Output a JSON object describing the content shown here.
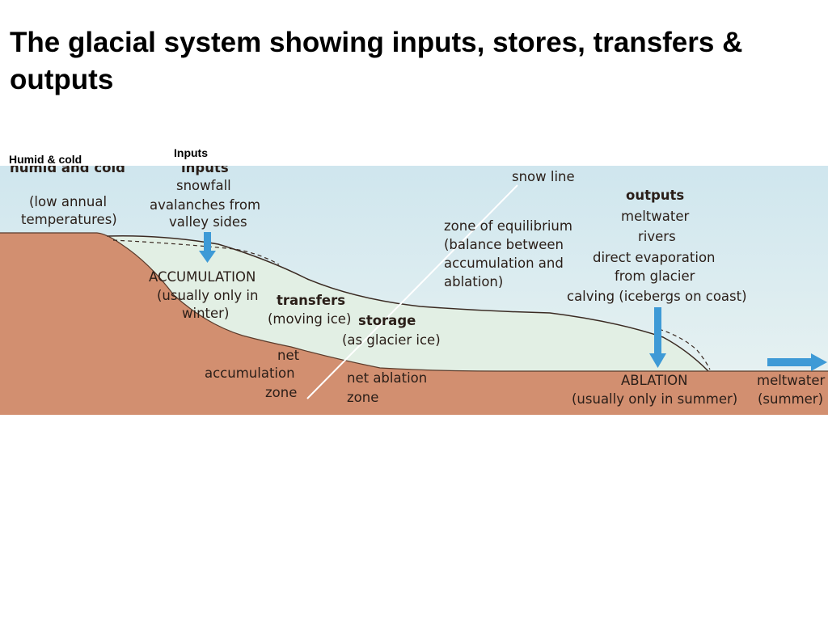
{
  "slide": {
    "title": "The glacial system showing inputs, stores, transfers & outputs",
    "humid_cold_label": "Humid & cold",
    "inputs_label": "Inputs"
  },
  "diagram": {
    "colors": {
      "sky_top": "#cfe6ee",
      "sky_bottom": "#eaf3f2",
      "ground": "#d28f70",
      "ice": "#e2efe4",
      "arrow": "#3e9ad6",
      "snow_line": "#ffffff"
    },
    "icons": {
      "input_arrow": "arrow-down",
      "output_arrow": "arrow-down",
      "meltwater_arrow": "arrow-right"
    },
    "labels": {
      "climate_faded": "humid and cold",
      "low_annual": "(low annual",
      "temperatures": "temperatures)",
      "inputs": "inputs",
      "snowfall": "snowfall",
      "avalanches": "avalanches from",
      "valley_sides": "valley sides",
      "accumulation": "ACCUMULATION",
      "accumulation_note_1": "(usually only in",
      "accumulation_note_2": "winter)",
      "transfers": "transfers",
      "moving_ice": "(moving ice)",
      "storage": "storage",
      "glacier_ice": "(as glacier ice)",
      "net_acc_1": "net",
      "net_acc_2": "accumulation",
      "net_acc_3": "zone",
      "net_abl_1": "net ablation",
      "net_abl_2": "zone",
      "snow_line": "snow line",
      "zone_eq_1": "zone of equilibrium",
      "zone_eq_2": "(balance between",
      "zone_eq_3": "accumulation and",
      "zone_eq_4": "ablation)",
      "outputs": "outputs",
      "meltwater": "meltwater",
      "rivers": "rivers",
      "direct_evap": "direct evaporation",
      "from_glacier": "from glacier",
      "calving": "calving (icebergs on coast)",
      "ablation": "ABLATION",
      "ablation_note": "(usually only in summer)",
      "meltwater_out": "meltwater",
      "summer": "(summer)"
    }
  }
}
